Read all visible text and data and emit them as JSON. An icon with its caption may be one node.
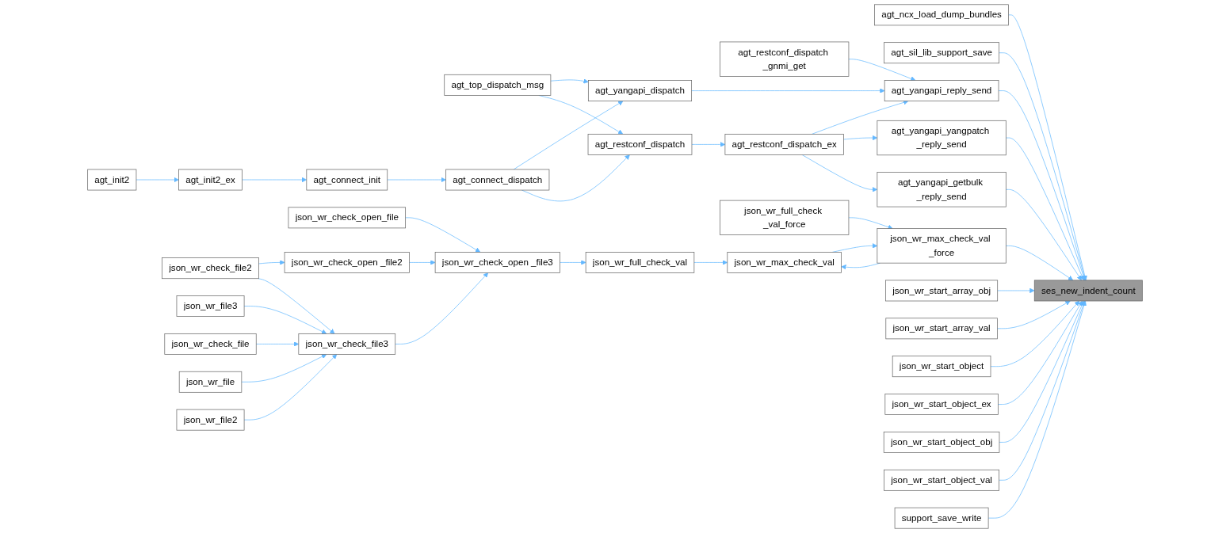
{
  "diagram": {
    "nodes": [
      {
        "text": [
          "agt_init2"
        ]
      },
      {
        "text": [
          "agt_init2_ex"
        ]
      },
      {
        "text": [
          "agt_connect_init"
        ]
      },
      {
        "text": [
          "agt_connect_dispatch"
        ]
      },
      {
        "text": [
          "agt_top_dispatch_msg"
        ]
      },
      {
        "text": [
          "agt_yangapi_dispatch"
        ]
      },
      {
        "text": [
          "agt_restconf_dispatch"
        ]
      },
      {
        "text": [
          "agt_restconf_dispatch _gnmi_get"
        ]
      },
      {
        "text": [
          "agt_restconf_dispatch_ex"
        ]
      },
      {
        "text": [
          "json_wr_check_file2"
        ]
      },
      {
        "text": [
          "json_wr_file3"
        ]
      },
      {
        "text": [
          "json_wr_check_file"
        ]
      },
      {
        "text": [
          "json_wr_file"
        ]
      },
      {
        "text": [
          "json_wr_file2"
        ]
      },
      {
        "text": [
          "json_wr_check_open _file2"
        ]
      },
      {
        "text": [
          "json_wr_check_file3"
        ]
      },
      {
        "text": [
          "json_wr_check_open_file"
        ]
      },
      {
        "text": [
          "json_wr_check_open _file3"
        ]
      },
      {
        "text": [
          "json_wr_full_check_val"
        ]
      },
      {
        "text": [
          "json_wr_max_check_val"
        ]
      },
      {
        "text": [
          "json_wr_full_check _val_force"
        ]
      },
      {
        "text": [
          "agt_ncx_load_dump_bundles"
        ]
      },
      {
        "text": [
          "agt_sil_lib_support_save"
        ]
      },
      {
        "text": [
          "agt_yangapi_reply_send"
        ]
      },
      {
        "text": [
          "agt_yangapi_yangpatch _reply_send"
        ]
      },
      {
        "text": [
          "agt_yangapi_getbulk _reply_send"
        ]
      },
      {
        "text": [
          "json_wr_max_check_val _force"
        ]
      },
      {
        "text": [
          "json_wr_start_array_obj"
        ]
      },
      {
        "text": [
          "json_wr_start_array_val"
        ]
      },
      {
        "text": [
          "json_wr_start_object"
        ]
      },
      {
        "text": [
          "json_wr_start_object_ex"
        ]
      },
      {
        "text": [
          "json_wr_start_object_obj"
        ]
      },
      {
        "text": [
          "json_wr_start_object_val"
        ]
      },
      {
        "text": [
          "support_save_write"
        ]
      },
      {
        "text": [
          "ses_new_indent_count"
        ]
      }
    ],
    "edges": [
      {
        "from": 0,
        "to": 1,
        "arrow": "to"
      },
      {
        "from": 1,
        "to": 2,
        "arrow": "to"
      },
      {
        "from": 2,
        "to": 3,
        "arrow": "to"
      },
      {
        "from": 3,
        "to": 5,
        "arrow": "to"
      },
      {
        "from": 3,
        "to": 6,
        "arrow": "to"
      },
      {
        "from": 4,
        "to": 5,
        "arrow": "to"
      },
      {
        "from": 4,
        "to": 6,
        "arrow": "to"
      },
      {
        "from": 5,
        "to": 23,
        "arrow": "to"
      },
      {
        "from": 6,
        "to": 8,
        "arrow": "to"
      },
      {
        "from": 7,
        "to": 23,
        "arrow": "to"
      },
      {
        "from": 8,
        "to": 23,
        "arrow": "to"
      },
      {
        "from": 8,
        "to": 24,
        "arrow": "to"
      },
      {
        "from": 8,
        "to": 25,
        "arrow": "to"
      },
      {
        "from": 9,
        "to": 14,
        "arrow": "to"
      },
      {
        "from": 9,
        "to": 15,
        "arrow": "to"
      },
      {
        "from": 10,
        "to": 15,
        "arrow": "to"
      },
      {
        "from": 11,
        "to": 15,
        "arrow": "to"
      },
      {
        "from": 12,
        "to": 15,
        "arrow": "to"
      },
      {
        "from": 13,
        "to": 15,
        "arrow": "to"
      },
      {
        "from": 14,
        "to": 17,
        "arrow": "to"
      },
      {
        "from": 15,
        "to": 17,
        "arrow": "to"
      },
      {
        "from": 16,
        "to": 17,
        "arrow": "to"
      },
      {
        "from": 17,
        "to": 18,
        "arrow": "to"
      },
      {
        "from": 18,
        "to": 19,
        "arrow": "to"
      },
      {
        "from": 19,
        "to": 26,
        "arrow": "to"
      },
      {
        "from": 26,
        "to": 19,
        "arrow": "to"
      },
      {
        "from": 20,
        "to": 26,
        "arrow": "to"
      },
      {
        "from": 21,
        "to": 34,
        "arrow": "to"
      },
      {
        "from": 22,
        "to": 34,
        "arrow": "to"
      },
      {
        "from": 23,
        "to": 34,
        "arrow": "to"
      },
      {
        "from": 24,
        "to": 34,
        "arrow": "to"
      },
      {
        "from": 25,
        "to": 34,
        "arrow": "to"
      },
      {
        "from": 26,
        "to": 34,
        "arrow": "to"
      },
      {
        "from": 27,
        "to": 34,
        "arrow": "to"
      },
      {
        "from": 28,
        "to": 34,
        "arrow": "to"
      },
      {
        "from": 29,
        "to": 34,
        "arrow": "to"
      },
      {
        "from": 30,
        "to": 34,
        "arrow": "to"
      },
      {
        "from": 31,
        "to": 34,
        "arrow": "to"
      },
      {
        "from": 32,
        "to": 34,
        "arrow": "to"
      },
      {
        "from": 33,
        "to": 34,
        "arrow": "to"
      }
    ]
  }
}
